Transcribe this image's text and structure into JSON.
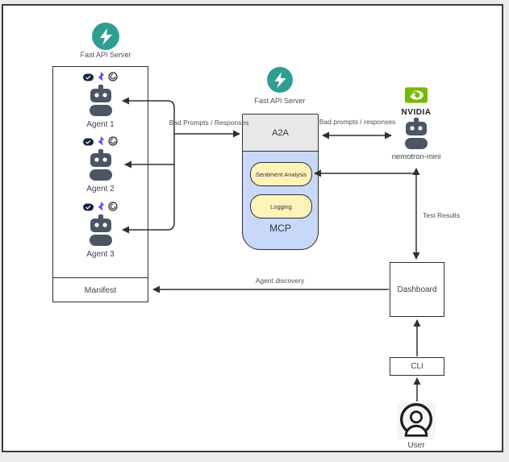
{
  "colors": {
    "teal": "#2e9e90",
    "robot_gray": "#4b5563",
    "a2a_gray": "#e8e8e8",
    "mcp_blue": "#c7d8f8",
    "pill_yellow": "#fdf2b8",
    "nvidia_green": "#76b900",
    "line": "#2f2f2f"
  },
  "fastapi_left": {
    "label": "Fast API Server"
  },
  "fastapi_center": {
    "label": "Fast API Server"
  },
  "agents_box": {
    "agents": [
      {
        "label": "Agent 1"
      },
      {
        "label": "Agent 2"
      },
      {
        "label": "Agent 3"
      }
    ],
    "manifest_label": "Manifest"
  },
  "a2a": {
    "label": "A2A"
  },
  "mcp": {
    "label": "MCP",
    "tools": [
      {
        "label": "Sentiment Analysis"
      },
      {
        "label": "Logging"
      }
    ]
  },
  "nvidia": {
    "brand": "NVIDIA",
    "model_label": "nemotron-mini"
  },
  "dashboard": {
    "label": "Dashboard"
  },
  "cli": {
    "label": "CLI"
  },
  "user": {
    "label": "User"
  },
  "edges": {
    "agents_to_a2a": "Bad Prompts / Responses",
    "a2a_to_nemotron": "Bad prompts / responses",
    "nemotron_to_dashboard": "Test Results",
    "dashboard_to_manifest": "Agent discovery"
  },
  "icons": {
    "fastapi": "lightning-bolt-circle",
    "agent": "robot",
    "agent_tools": [
      "dark-badge",
      "blue-flame",
      "swirl-circle"
    ],
    "nvidia": "nvidia-eye",
    "user": "person-in-circle"
  }
}
